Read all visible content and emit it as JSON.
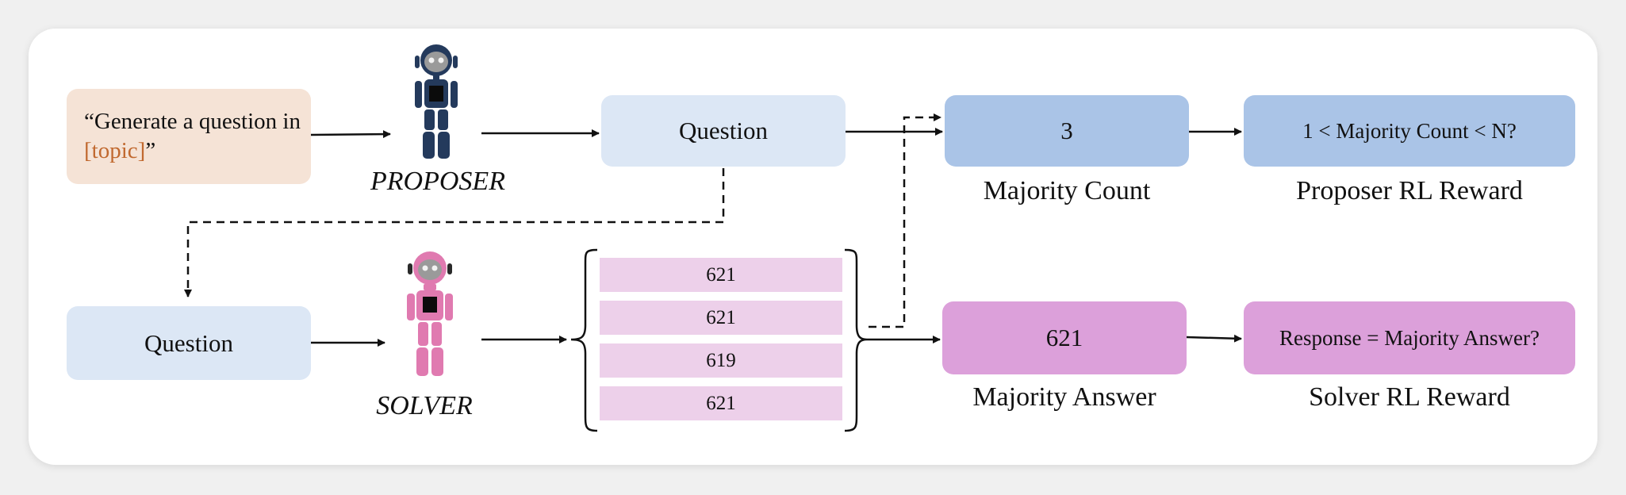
{
  "prompt": {
    "text_before": "“Generate a question in ",
    "topic": "[topic]",
    "text_after": "”"
  },
  "proposer": {
    "label": "PROPOSER"
  },
  "solver": {
    "label": "SOLVER"
  },
  "question_top": {
    "text": "Question"
  },
  "question_bottom": {
    "text": "Question"
  },
  "responses": [
    "621",
    "621",
    "619",
    "621"
  ],
  "majority_count": {
    "value": "3",
    "label": "Majority Count"
  },
  "proposer_reward": {
    "condition": "1 < Majority Count < N?",
    "label": "Proposer RL Reward"
  },
  "majority_answer": {
    "value": "621",
    "label": "Majority Answer"
  },
  "solver_reward": {
    "condition": "Response = Majority Answer?",
    "label": "Solver RL Reward"
  },
  "colors": {
    "prompt_bg": "#f5e3d6",
    "topic_text": "#c1692f",
    "question_bg": "#dce7f5",
    "blue_box": "#aac4e7",
    "pink_box": "#dca0da",
    "response_bg": "#edd0ea",
    "proposer_robot": "#243a5c",
    "solver_robot": "#e07ab0"
  }
}
